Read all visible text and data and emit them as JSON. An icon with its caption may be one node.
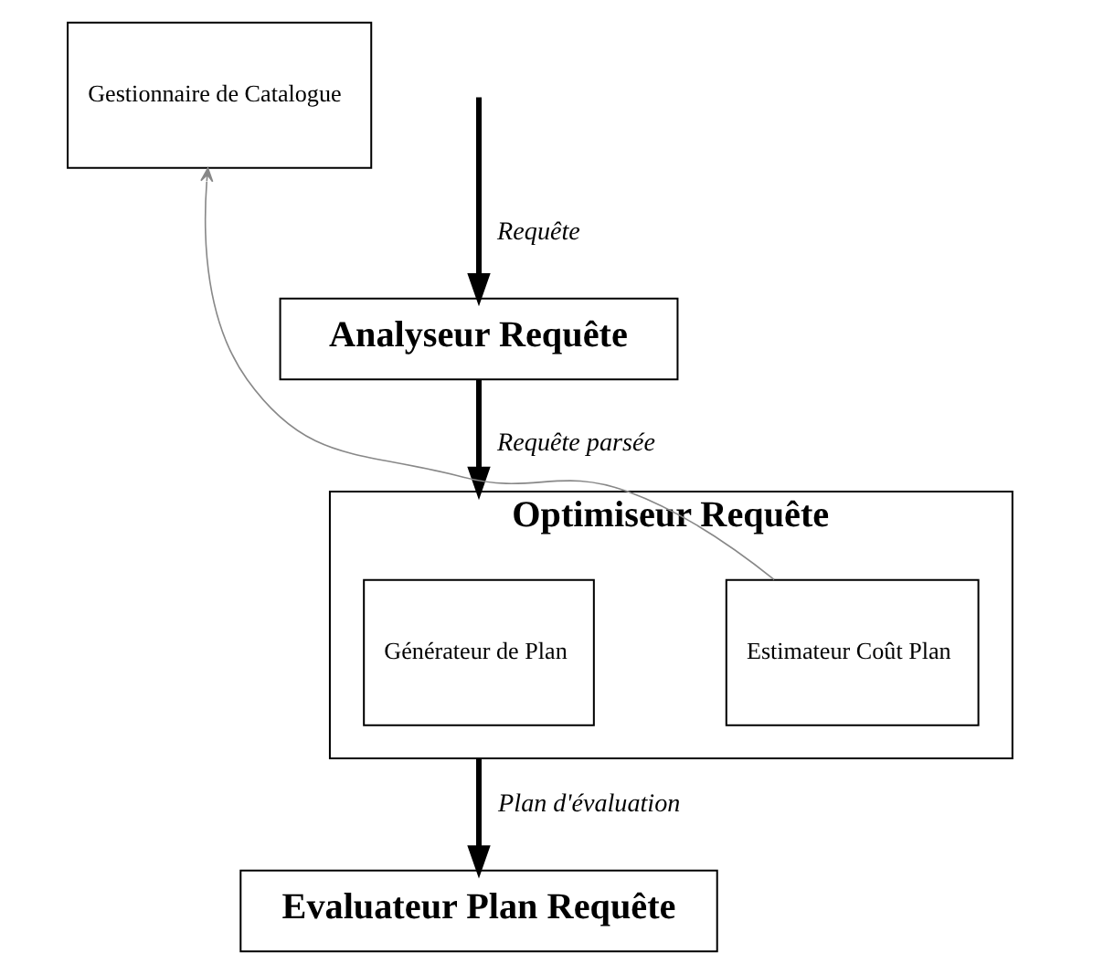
{
  "diagram": {
    "nodes": [
      {
        "text": [
          "Analyseur Requête"
        ]
      },
      {
        "text": [
          "Optimiseur Requête"
        ]
      },
      {
        "text": [
          "Générateur de Plan"
        ],
        "in": 1
      },
      {
        "text": [
          "Estimateur Coût Plan"
        ],
        "in": 1
      },
      {
        "text": [
          "Gestionnaire de Catalogue"
        ]
      },
      {
        "text": [
          "Evaluateur Plan Requête"
        ]
      }
    ],
    "edges": [
      {
        "from": null,
        "to": 0,
        "arrow": "to",
        "label": "Requête"
      },
      {
        "from": 0,
        "to": 1,
        "arrow": "to",
        "label": "Requête parsée"
      },
      {
        "from": 3,
        "to": 4,
        "arrow": "to",
        "color": "#888888"
      },
      {
        "from": 1,
        "to": 5,
        "arrow": "to",
        "label": "Plan d'évaluation"
      }
    ]
  }
}
